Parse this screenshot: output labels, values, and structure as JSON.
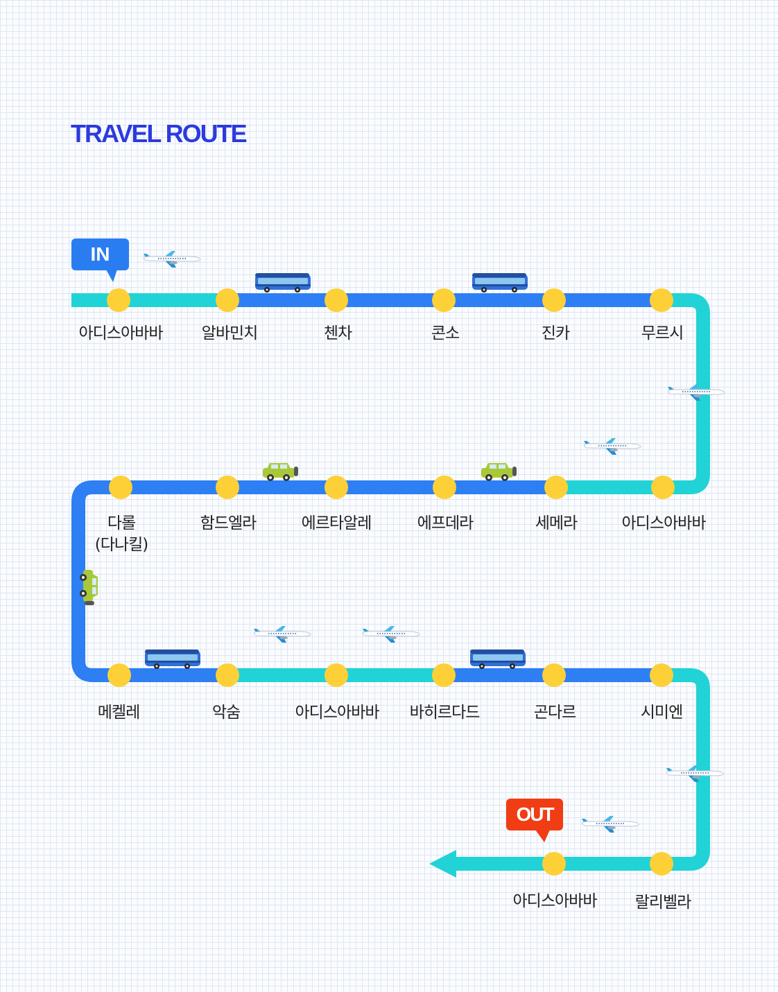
{
  "title": "TRAVEL ROUTE",
  "badges": {
    "start": "IN",
    "end": "OUT"
  },
  "colors": {
    "blue_line": "#2d7ff3",
    "cyan_line": "#21d3d6",
    "stop": "#fdd037",
    "in_badge": "#2a7df0",
    "out_badge": "#f03d14",
    "title": "#2b3bdc"
  },
  "stops": [
    "아디스아바바",
    "알바민치",
    "첸차",
    "콘소",
    "진카",
    "무르시",
    "아디스아바바",
    "세메라",
    "에프데라",
    "에르타알레",
    "함드엘라",
    "다롤\n(다나킬)",
    "메켈레",
    "악숨",
    "아디스아바바",
    "바히르다드",
    "곤다르",
    "시미엔",
    "랄리벨라",
    "아디스아바바"
  ],
  "segments_transport": [
    "plane",
    "bus",
    "bus",
    "bus",
    "bus",
    "plane",
    "plane",
    "jeep",
    "jeep",
    "jeep",
    "jeep",
    "jeep",
    "bus",
    "plane",
    "plane",
    "bus",
    "bus",
    "plane",
    "plane"
  ],
  "icons": [
    "plane-icon",
    "bus-icon",
    "jeep-icon",
    "arrow-left-icon"
  ]
}
